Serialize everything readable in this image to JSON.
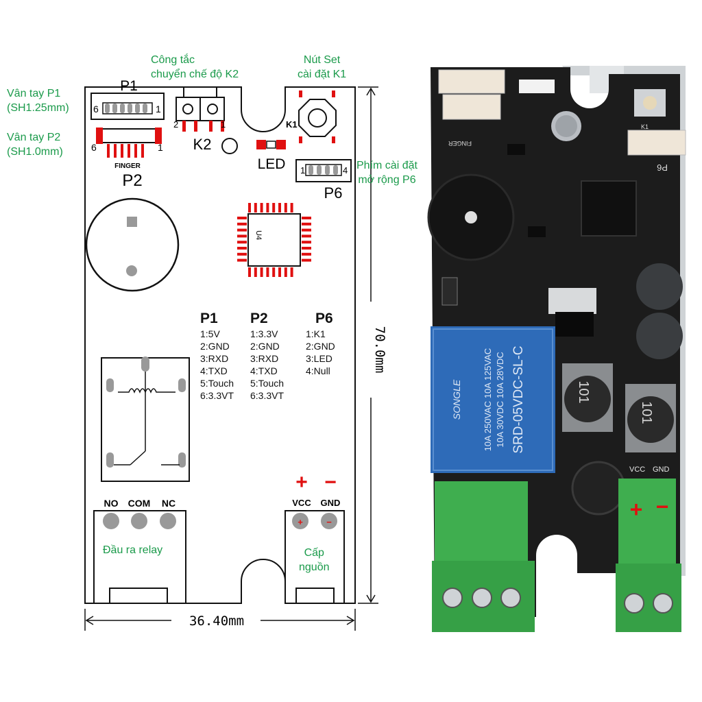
{
  "annotations": {
    "p1": [
      "Vân tay P1",
      "(SH1.25mm)"
    ],
    "p2": [
      "Vân tay P2",
      "(SH1.0mm)"
    ],
    "k2": [
      "Công tắc",
      "chuyển chế độ K2"
    ],
    "k1": [
      "Nút Set",
      "cài đặt K1"
    ],
    "p6": [
      "Phím cài đặt",
      "mở rộng P6"
    ],
    "relay": "Đầu ra relay",
    "power": [
      "Cấp",
      "nguồn"
    ]
  },
  "board": {
    "p1_label": "P1",
    "p2_label": "P2",
    "p6_label": "P6",
    "k1_label": "K1",
    "k2_label": "K2",
    "led_label": "LED",
    "finger_label": "FINGER",
    "u4_label": "U4",
    "p1_pin_left": "6",
    "p1_pin_right": "1",
    "p2_pin_left": "6",
    "p2_pin_right": "1",
    "p6_pin_left": "1",
    "p6_pin_right": "4",
    "k2_pin_left": "2",
    "k2_pin_right": "1",
    "relay_terms": [
      "NO",
      "COM",
      "NC"
    ],
    "power_terms": [
      "VCC",
      "GND"
    ],
    "plus": "+",
    "minus": "−",
    "width_dim": "36.40mm",
    "height_dim": "70.0mm"
  },
  "pins": {
    "p1": {
      "title": "P1",
      "items": [
        "1:5V",
        "2:GND",
        "3:RXD",
        "4:TXD",
        "5:Touch",
        "6:3.3VT"
      ]
    },
    "p2": {
      "title": "P2",
      "items": [
        "1:3.3V",
        "2:GND",
        "3:RXD",
        "4:TXD",
        "5:Touch",
        "6:3.3VT"
      ]
    },
    "p6": {
      "title": "P6",
      "items": [
        "1:K1",
        "2:GND",
        "3:LED",
        "4:Null"
      ]
    }
  },
  "photo": {
    "finger_label": "FINGER",
    "p6_label": "P6",
    "k1_label": "K1",
    "relay_lines": [
      "SONGLE",
      "10A 250VAC 10A 125VAC",
      "10A 30VDC 10A 28VDC",
      "SRD-05VDC-SL-C"
    ],
    "inductor_label": "101",
    "vcc": "VCC",
    "gnd": "GND",
    "plus": "+",
    "minus": "−"
  },
  "colors": {
    "annotation": "#1a9a4a",
    "pad_red": "#e01010",
    "pcb_black": "#1c1c1c",
    "relay_blue": "#2e6bb8",
    "terminal_green": "#3fae4f"
  }
}
